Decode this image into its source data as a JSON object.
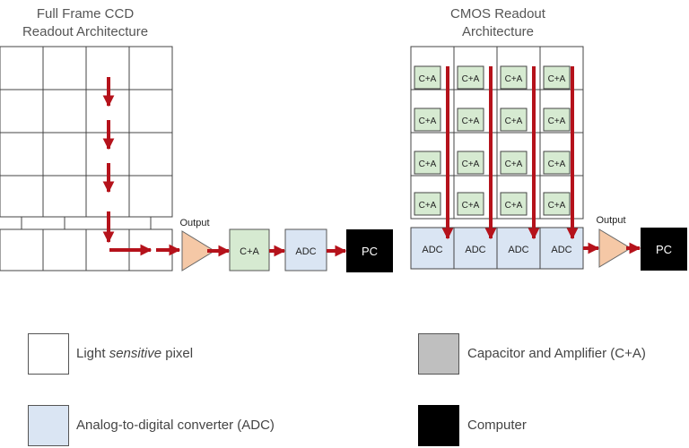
{
  "ccd": {
    "title_line1": "Full Frame CCD",
    "title_line2": "Readout Architecture",
    "output_label": "Output",
    "ca_label": "C+A",
    "adc_label": "ADC",
    "pc_label": "PC"
  },
  "cmos": {
    "title_line1": "CMOS Readout",
    "title_line2": "Architecture",
    "pixel_label": "C+A",
    "column_adc_label": "ADC",
    "output_label": "Output",
    "pc_label": "PC"
  },
  "colors": {
    "arrow": "#b5121b",
    "ca_fill": "#d6ead1",
    "adc_fill": "#dae5f3",
    "pc_fill": "#000000",
    "capacitor_legend": "#bfbfbf",
    "amplifier_fill": "#f5c8a6"
  },
  "legend": {
    "pixel_pre": "Light ",
    "pixel_em": "sensitive",
    "pixel_post": " pixel",
    "capacitor": "Capacitor and Amplifier (C+A)",
    "adc": "Analog-to-digital converter (ADC)",
    "computer": "Computer"
  }
}
